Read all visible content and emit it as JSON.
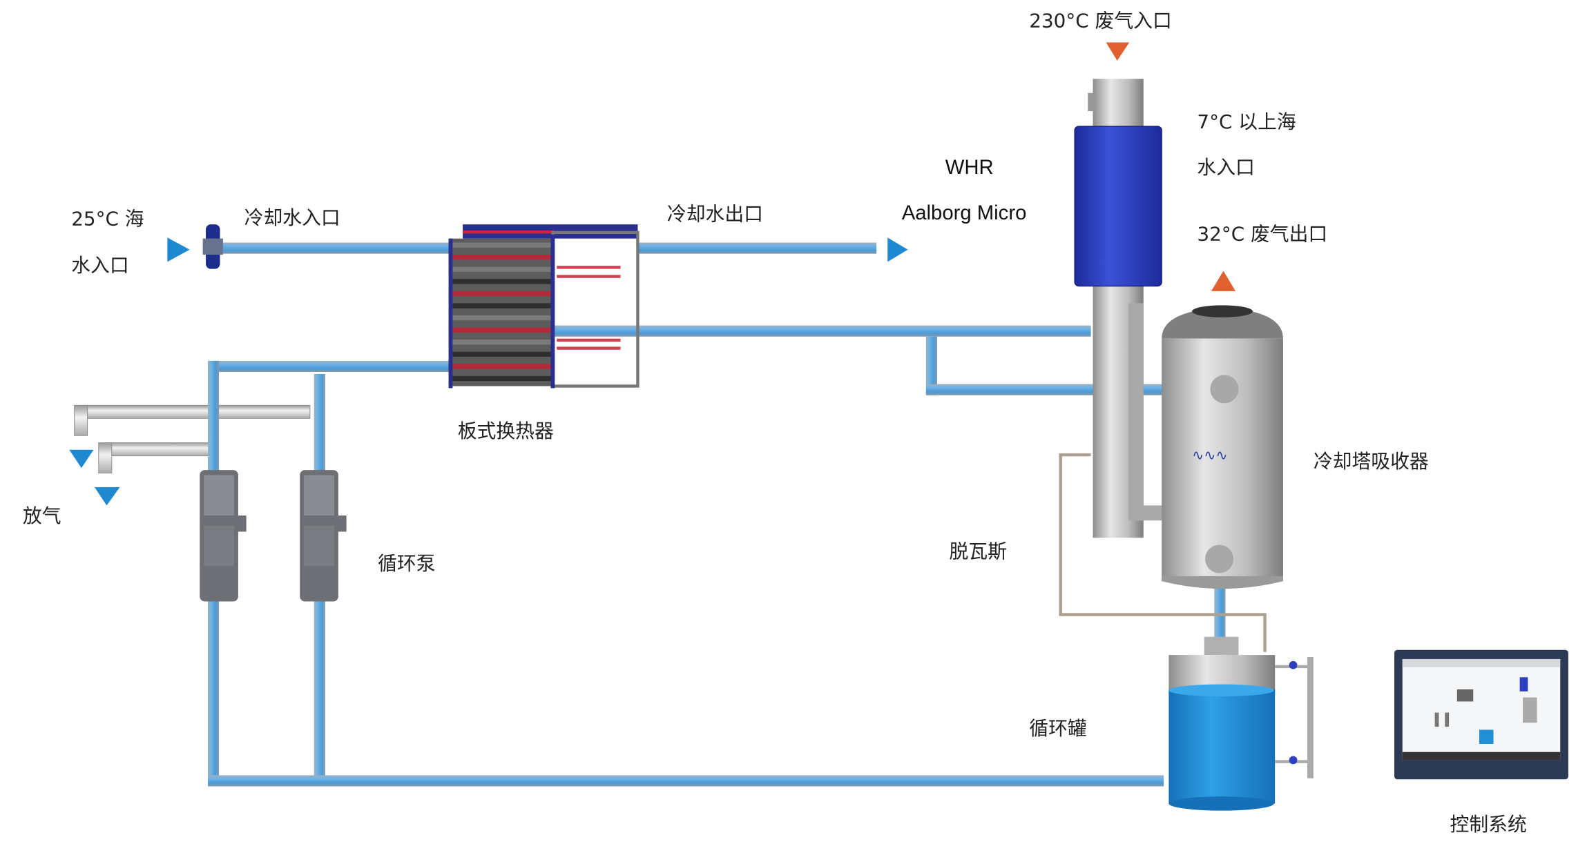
{
  "labels": {
    "exhaust_inlet": "230°C 废气入口",
    "seawater_7c_line1": "7°C 以上海",
    "seawater_7c_line2": "水入口",
    "exhaust_outlet": "32°C 废气出口",
    "whr_line1": "WHR",
    "whr_line2": "Aalborg Micro",
    "seawater_25c_line1": "25°C 海",
    "seawater_25c_line2": "水入口",
    "cooling_water_inlet": "冷却水入口",
    "cooling_water_outlet": "冷却水出口",
    "plate_heat_exchanger": "板式换热器",
    "vent": "放气",
    "circulation_pump": "循环泵",
    "degassing": "脱瓦斯",
    "cooling_tower_absorber": "冷却塔吸收器",
    "circulation_tank": "循环罐",
    "control_system": "控制系统"
  },
  "colors": {
    "water_pipe": "#5aa6de",
    "pipe_edge": "#8a9aa8",
    "hot_arrow": "#e0602f",
    "cold_arrow": "#1e88d0",
    "whr_body": "#2b3fc0",
    "tank_water": "#1f8fd6",
    "steel": "#b8b8b8",
    "plate_red": "#c8283c"
  }
}
